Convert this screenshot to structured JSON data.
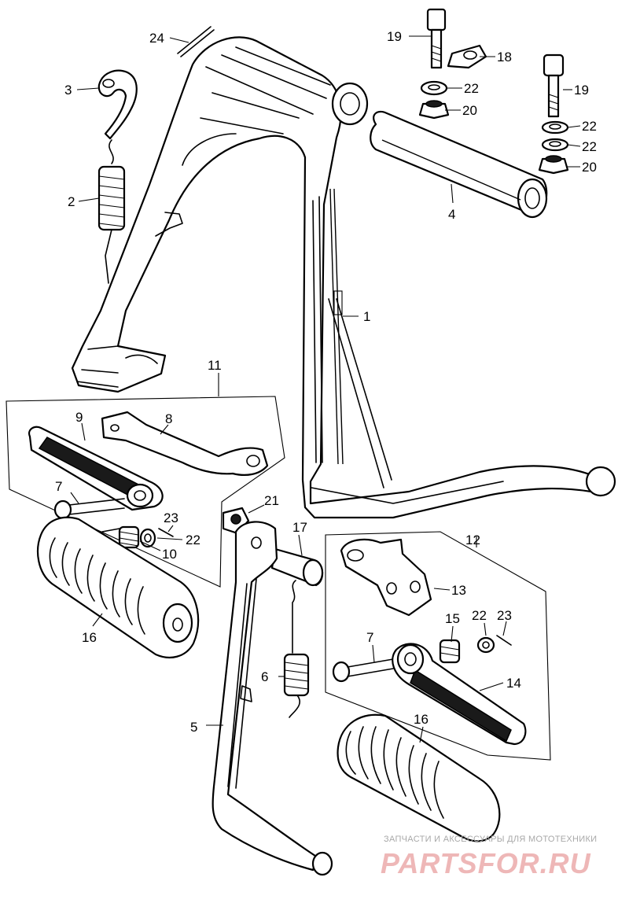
{
  "labels": [
    "1",
    "2",
    "3",
    "4",
    "5",
    "6",
    "7",
    "7",
    "8",
    "9",
    "10",
    "11",
    "12",
    "13",
    "14",
    "15",
    "16",
    "16",
    "17",
    "18",
    "19",
    "19",
    "20",
    "20",
    "21",
    "22",
    "22",
    "22",
    "22",
    "22",
    "23",
    "23",
    "24"
  ],
  "watermark": {
    "caption": "ЗАПЧАСТИ И АКСЕССУАРЫ ДЛЯ МОТОТЕХНИКИ",
    "brand": "PARTSFOR.RU"
  }
}
